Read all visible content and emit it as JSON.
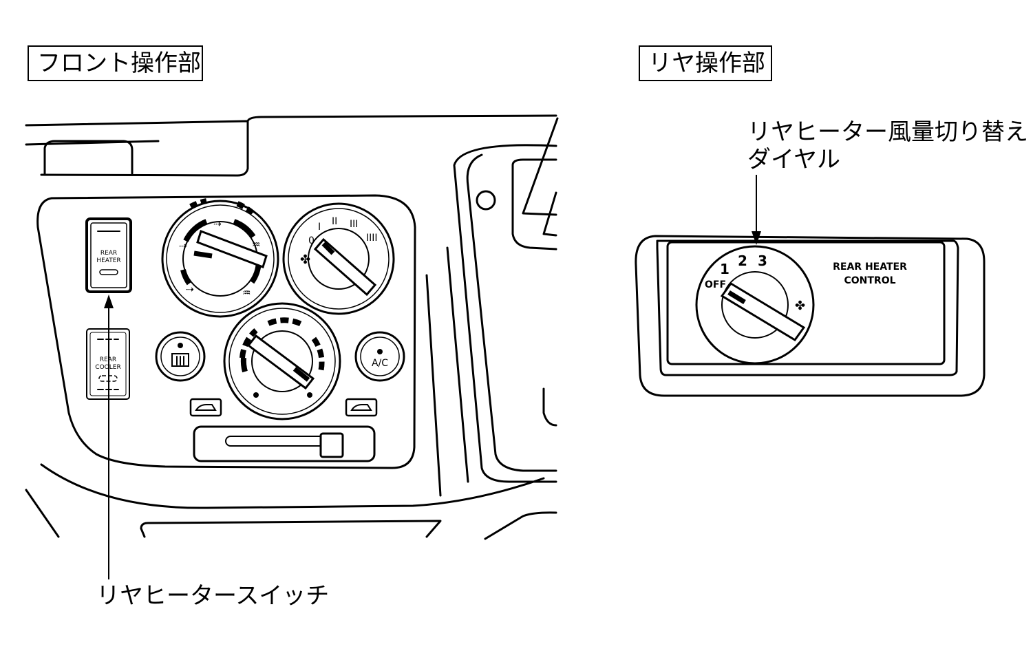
{
  "labels": {
    "front_section": "フロント操作部",
    "rear_section": "リヤ操作部"
  },
  "callouts": {
    "rear_heater_switch": "リヤヒータースイッチ",
    "rear_fan_dial_line1": "リヤヒーター風量切り替え",
    "rear_fan_dial_line2": "ダイヤル"
  },
  "front_panel": {
    "heater_switch_line1": "REAR",
    "heater_switch_line2": "HEATER",
    "cooler_switch_line1": "REAR",
    "cooler_switch_line2": "COOLER",
    "ac_button": "A/C",
    "fan_positions": [
      "0",
      "I",
      "II",
      "III",
      "IIII"
    ]
  },
  "rear_panel": {
    "dial_positions": [
      "OFF",
      "1",
      "2",
      "3"
    ],
    "title_line1": "REAR  HEATER",
    "title_line2": "CONTROL"
  }
}
